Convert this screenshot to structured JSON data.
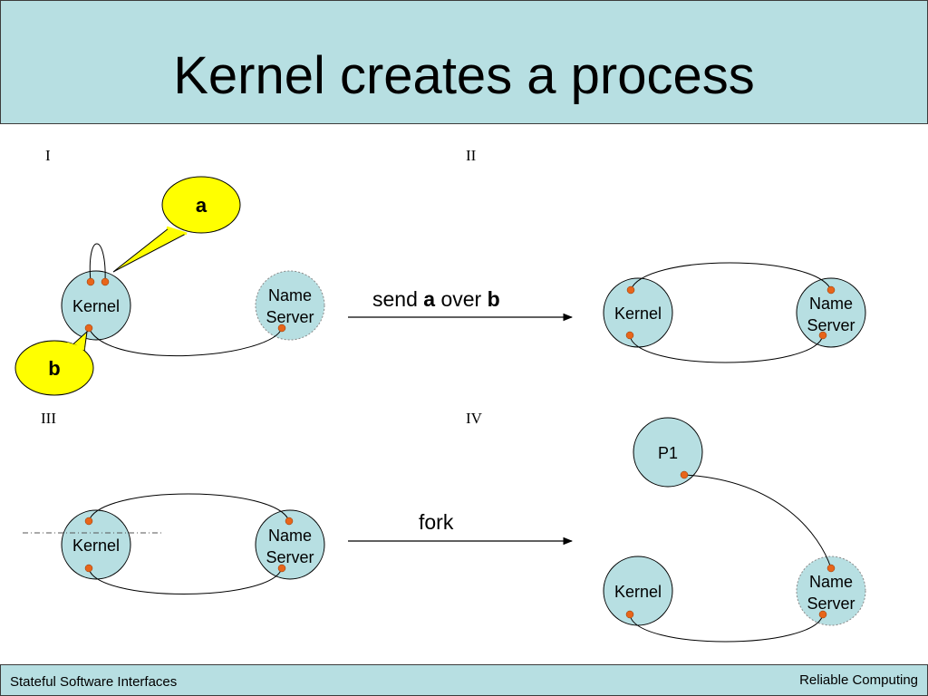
{
  "slide": {
    "title": "Kernel creates a process"
  },
  "panels": {
    "p1": {
      "numeral": "I"
    },
    "p2": {
      "numeral": "II"
    },
    "p3": {
      "numeral": "III"
    },
    "p4": {
      "numeral": "IV"
    }
  },
  "nodes": {
    "kernel": "Kernel",
    "name_server_line1": "Name",
    "name_server_line2": "Server",
    "p1": "P1"
  },
  "callouts": {
    "a": "a",
    "b": "b"
  },
  "arrows": {
    "send_prefix": "send ",
    "send_a": "a",
    "send_mid": " over ",
    "send_b": "b",
    "fork": "fork"
  },
  "footer": {
    "left": "Stateful Software Interfaces",
    "right": "Reliable Computing"
  },
  "colors": {
    "header_bg": "#b7dfe2",
    "node_fill": "#b7dfe2",
    "endpoint": "#e8651a",
    "callout_fill": "#ffff00"
  }
}
